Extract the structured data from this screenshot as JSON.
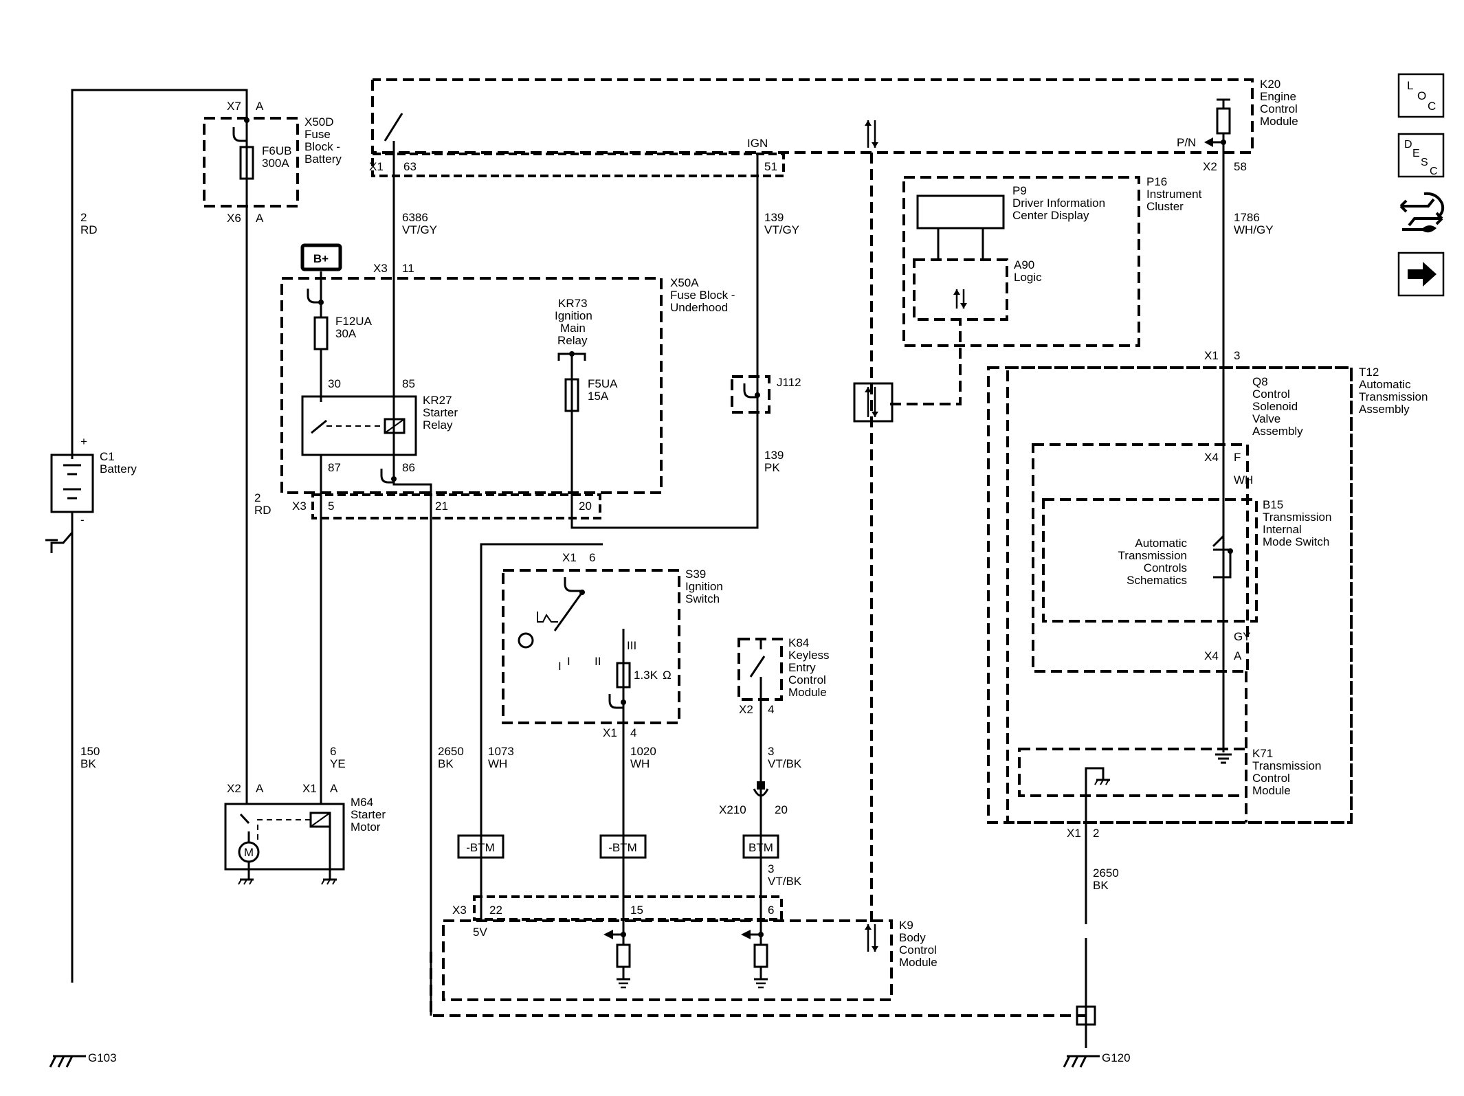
{
  "nav_icons": {
    "loc": [
      "L",
      "O",
      "C"
    ],
    "desc": [
      "D",
      "E",
      "S",
      "C"
    ],
    "icons": [
      "loc-icon",
      "desc-icon",
      "data-link-wrench-icon",
      "next-arrow-icon"
    ]
  },
  "components": {
    "k20": {
      "ref": "K20",
      "l1": "Engine",
      "l2": "Control",
      "l3": "Module"
    },
    "x50d": {
      "ref": "X50D",
      "l1": "Fuse",
      "l2": "Block -",
      "l3": "Battery"
    },
    "f6ub": {
      "ref": "F6UB",
      "rating": "300A"
    },
    "x50a": {
      "ref": "X50A",
      "l1": "Fuse Block -",
      "l2": "Underhood"
    },
    "f12ua": {
      "ref": "F12UA",
      "rating": "30A"
    },
    "kr27": {
      "ref": "KR27",
      "l1": "Starter",
      "l2": "Relay"
    },
    "kr73": {
      "ref": "KR73",
      "l1": "Ignition",
      "l2": "Main",
      "l3": "Relay"
    },
    "f5ua": {
      "ref": "F5UA",
      "rating": "15A"
    },
    "j112": {
      "ref": "J112"
    },
    "c1": {
      "ref": "C1",
      "l1": "Battery"
    },
    "p16": {
      "ref": "P16",
      "l1": "Instrument",
      "l2": "Cluster"
    },
    "p9": {
      "ref": "P9",
      "l1": "Driver Information",
      "l2": "Center Display"
    },
    "a90": {
      "ref": "A90",
      "l1": "Logic"
    },
    "t12": {
      "ref": "T12",
      "l1": "Automatic",
      "l2": "Transmission",
      "l3": "Assembly"
    },
    "q8": {
      "ref": "Q8",
      "l1": "Control",
      "l2": "Solenoid",
      "l3": "Valve",
      "l4": "Assembly"
    },
    "b15": {
      "ref": "B15",
      "l1": "Transmission",
      "l2": "Internal",
      "l3": "Mode Switch"
    },
    "ats": {
      "l1": "Automatic",
      "l2": "Transmission",
      "l3": "Controls",
      "l4": "Schematics"
    },
    "s39": {
      "ref": "S39",
      "l1": "Ignition",
      "l2": "Switch"
    },
    "k84": {
      "ref": "K84",
      "l1": "Keyless",
      "l2": "Entry",
      "l3": "Control",
      "l4": "Module"
    },
    "m64": {
      "ref": "M64",
      "l1": "Starter",
      "l2": "Motor"
    },
    "k9": {
      "ref": "K9",
      "l1": "Body",
      "l2": "Control",
      "l3": "Module"
    },
    "k71": {
      "ref": "K71",
      "l1": "Transmission",
      "l2": "Control",
      "l3": "Module"
    },
    "bplus": "B+",
    "resistor_s39": "1.3K",
    "ohm": "Ω",
    "motor": "M",
    "s39_positions": [
      "I",
      "I",
      "II",
      "III"
    ]
  },
  "grounds": {
    "g103": "G103",
    "g120": "G120"
  },
  "connectors": {
    "x7": "X7",
    "x7a": "A",
    "x6": "X6",
    "x6a": "A",
    "x1_63": "X1",
    "p63": "63",
    "p51": "51",
    "ign": "IGN",
    "x2_58": "X2",
    "p58": "58",
    "pn": "P/N",
    "x3_11": "X3",
    "p11": "11",
    "p30": "30",
    "p85": "85",
    "p87": "87",
    "p86": "86",
    "x3_bot": "X3",
    "p5": "5",
    "p21": "21",
    "p20": "20",
    "x1_3": "X1",
    "p3": "3",
    "x4_f": "X4",
    "pf": "F",
    "x4_a": "X4",
    "pa": "A",
    "s39_x1_6": "X1",
    "p6": "6",
    "s39_x1_4": "X1",
    "p4": "4",
    "k84_x2": "X2",
    "k84_p4": "4",
    "x210": "X210",
    "p20b": "20",
    "x2_m": "X2",
    "x2_ma": "A",
    "x1_m": "X1",
    "x1_ma": "A",
    "x3_k9": "X3",
    "p22": "22",
    "p15": "15",
    "p6b": "6",
    "v5": "5V",
    "k71_x1": "X1",
    "k71_p2": "2",
    "btm1": "-BTM",
    "btm2": "-BTM",
    "btm3": "BTM"
  },
  "wires": {
    "w2rd_top": {
      "num": "2",
      "color": "RD"
    },
    "w6386": {
      "num": "6386",
      "color": "VT/GY"
    },
    "w139_top": {
      "num": "139",
      "color": "VT/GY"
    },
    "w1786": {
      "num": "1786",
      "color": "WH/GY"
    },
    "w2rd_mid": {
      "num": "2",
      "color": "RD"
    },
    "w139_pk": {
      "num": "139",
      "color": "PK"
    },
    "w_wh": {
      "color": "WH"
    },
    "w_gy": {
      "color": "GY"
    },
    "w150": {
      "num": "150",
      "color": "BK"
    },
    "w6ye": {
      "num": "6",
      "color": "YE"
    },
    "w2650a": {
      "num": "2650",
      "color": "BK"
    },
    "w1073": {
      "num": "1073",
      "color": "WH"
    },
    "w1020": {
      "num": "1020",
      "color": "WH"
    },
    "w3_top": {
      "num": "3",
      "color": "VT/BK"
    },
    "w3_bot": {
      "num": "3",
      "color": "VT/BK"
    },
    "w2650b": {
      "num": "2650",
      "color": "BK"
    }
  }
}
